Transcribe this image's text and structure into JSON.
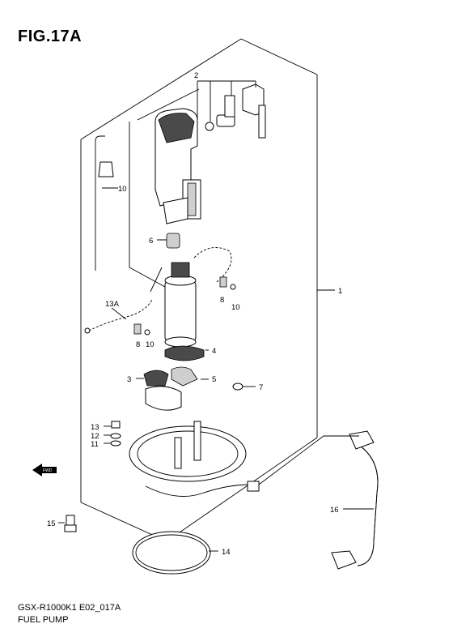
{
  "figure": {
    "title": "FIG.17A"
  },
  "footer": {
    "model_code": "GSX-R1000K1 E02_017A",
    "name": "FUEL PUMP"
  },
  "callouts": {
    "c1": "1",
    "c2": "2",
    "c3": "3",
    "c4": "4",
    "c5": "5",
    "c6": "6",
    "c7": "7",
    "c8a": "8",
    "c10a": "10",
    "c8b": "8",
    "c10b": "10",
    "c10c": "10",
    "c11": "11",
    "c12": "12",
    "c13": "13",
    "c13a": "13A",
    "c14": "14",
    "c15": "15",
    "c16": "16"
  },
  "fwd_icon": "fwd-arrow-icon",
  "fwd_label": "FWD"
}
